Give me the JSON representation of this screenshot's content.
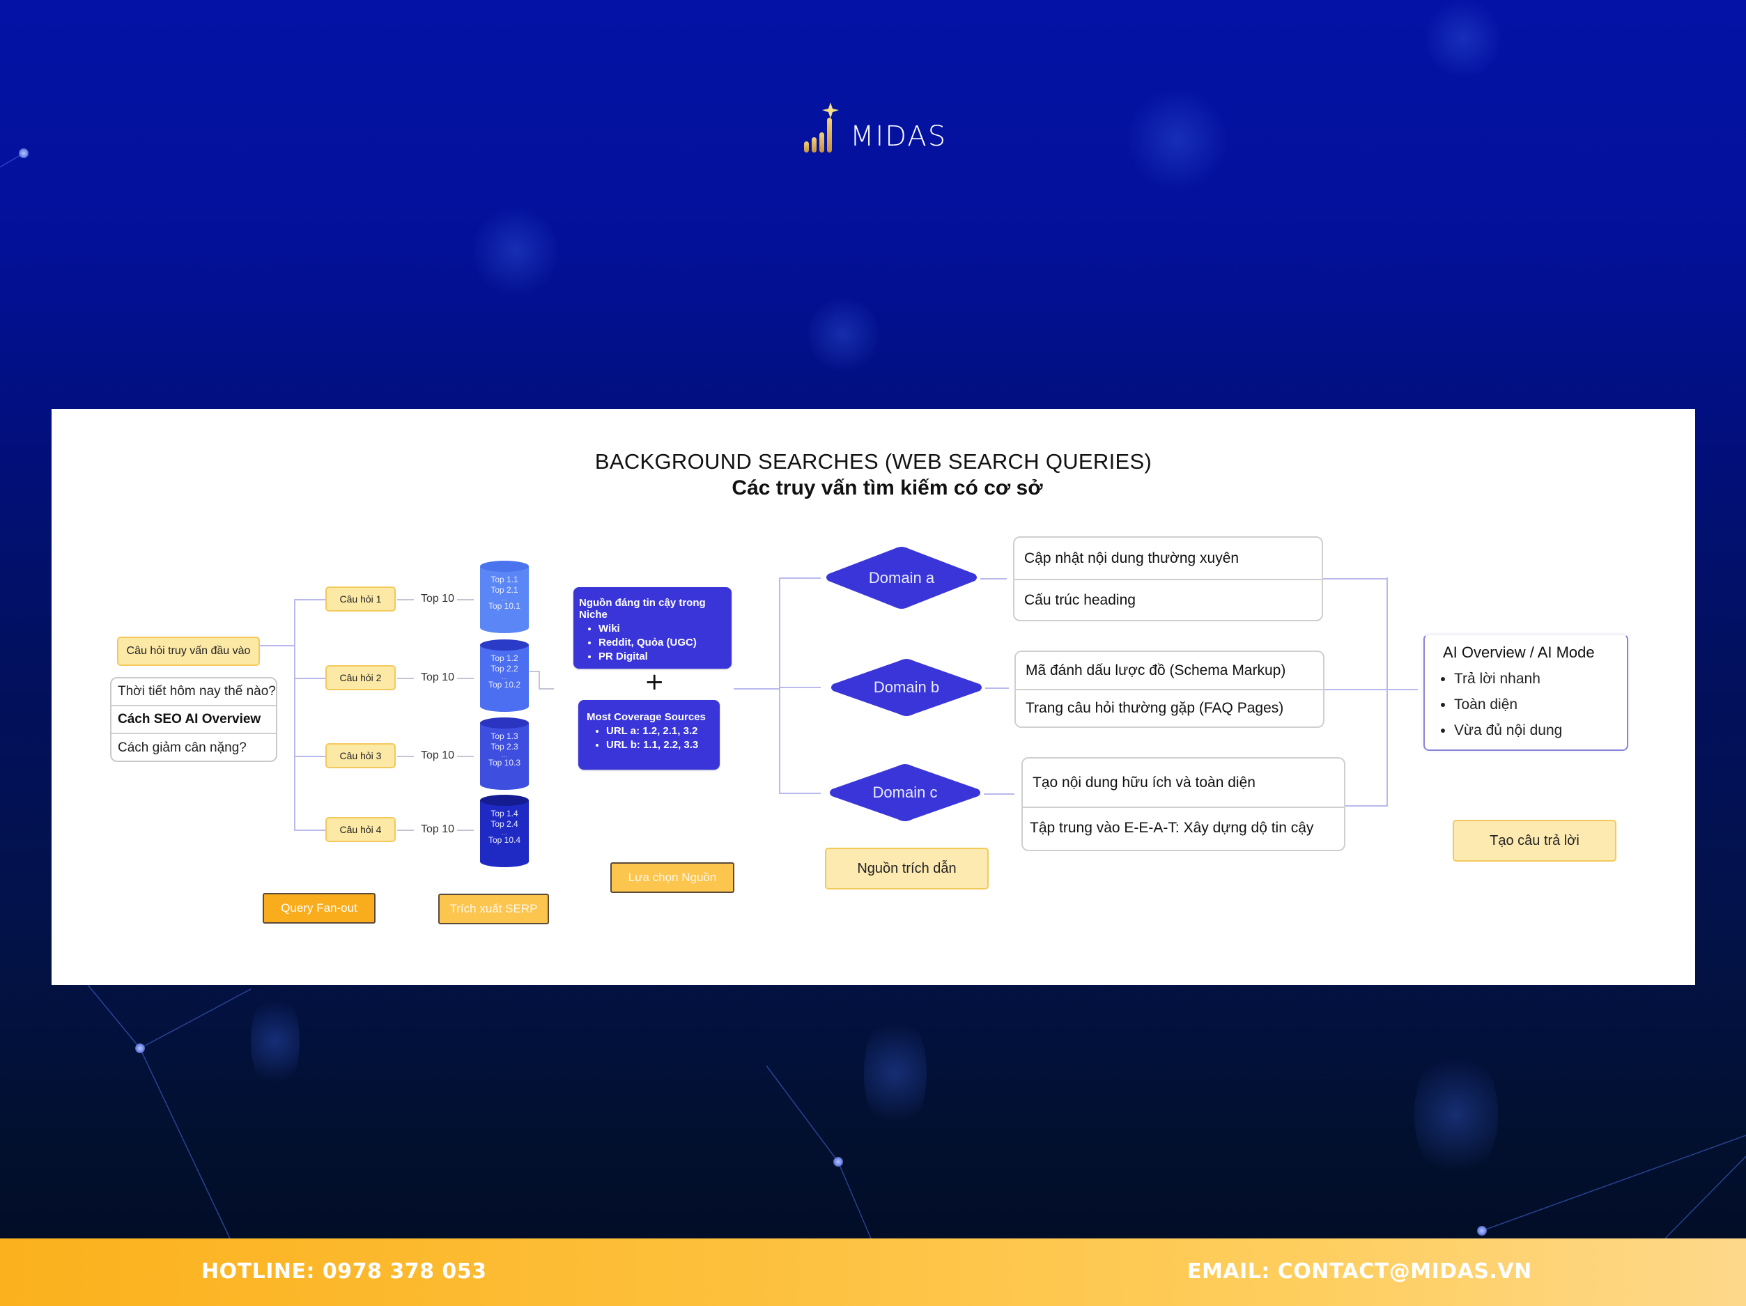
{
  "brand": {
    "name": "MIDAS",
    "logo_icon": "rising-bars-star-icon"
  },
  "diagram": {
    "title": "BACKGROUND SEARCHES (WEB SEARCH QUERIES)",
    "subtitle": "Các truy vấn tìm kiếm có cơ sở",
    "input_query": {
      "label": "Câu hỏi truy vấn đầu vào",
      "examples": [
        "Thời tiết hôm nay thế nào?",
        "Cách SEO AI Overview",
        "Cách giảm cân nặng?"
      ],
      "highlighted_index": 1
    },
    "sub_queries": [
      {
        "label": "Câu hỏi 1",
        "result": "Top 10",
        "serp": [
          "Top 1.1",
          "Top 2.1",
          "...",
          "Top 10.1"
        ],
        "color": "#5b86f5"
      },
      {
        "label": "Câu hỏi 2",
        "result": "Top 10",
        "serp": [
          "Top 1.2",
          "Top 2.2",
          "...",
          "Top 10.2"
        ],
        "color": "#4c6ef0"
      },
      {
        "label": "Câu hỏi 3",
        "result": "Top 10",
        "serp": [
          "Top 1.3",
          "Top 2.3",
          "...",
          "Top 10.3"
        ],
        "color": "#3e4fe0"
      },
      {
        "label": "Câu hỏi 4",
        "result": "Top 10",
        "serp": [
          "Top 1.4",
          "Top 2.4",
          "...",
          "Top 10.4"
        ],
        "color": "#1f2ac4"
      }
    ],
    "sources": {
      "trusted": {
        "heading": "Nguồn đáng tin cậy trong Niche",
        "items": [
          "Wiki",
          "Reddit, Quỏa (UGC)",
          "PR Digital"
        ]
      },
      "plus": "+",
      "coverage": {
        "heading": "Most Coverage Sources",
        "items": [
          "URL a: 1.2, 2.1, 3.2",
          "URL b: 1.1, 2.2, 3.3"
        ]
      }
    },
    "domains": [
      {
        "label": "Domain a",
        "tips": [
          "Cập nhật nội dung thường xuyên",
          "Cấu trúc heading"
        ]
      },
      {
        "label": "Domain b",
        "tips": [
          "Mã đánh dấu lược đồ (Schema Markup)",
          "Trang câu hỏi thường gặp (FAQ Pages)"
        ]
      },
      {
        "label": "Domain c",
        "tips": [
          "Tạo nội dung hữu ích và toàn diện",
          "Tập trung vào E-E-A-T: Xây dựng dộ tin cậy"
        ]
      }
    ],
    "output": {
      "heading": "AI Overview / AI Mode",
      "items": [
        "Trả lời nhanh",
        "Toàn diện",
        "Vừa đủ nội dung"
      ]
    },
    "stage_labels": {
      "query_fanout": "Query Fan-out",
      "serp_extract": "Trích xuất SERP",
      "source_select": "Lựa chọn Nguồn",
      "citation": "Nguồn trích dẫn",
      "answer": "Tạo câu trả lời"
    },
    "colors": {
      "accent_blue": "#3a35d8",
      "node_yellow": "#fde9a6",
      "stage_orange": "#fbb11d",
      "connector": "#b9b9ee"
    }
  },
  "footer": {
    "hotline": "HOTLINE: 0978 378 053",
    "email": "EMAIL: CONTACT@MIDAS.VN"
  }
}
